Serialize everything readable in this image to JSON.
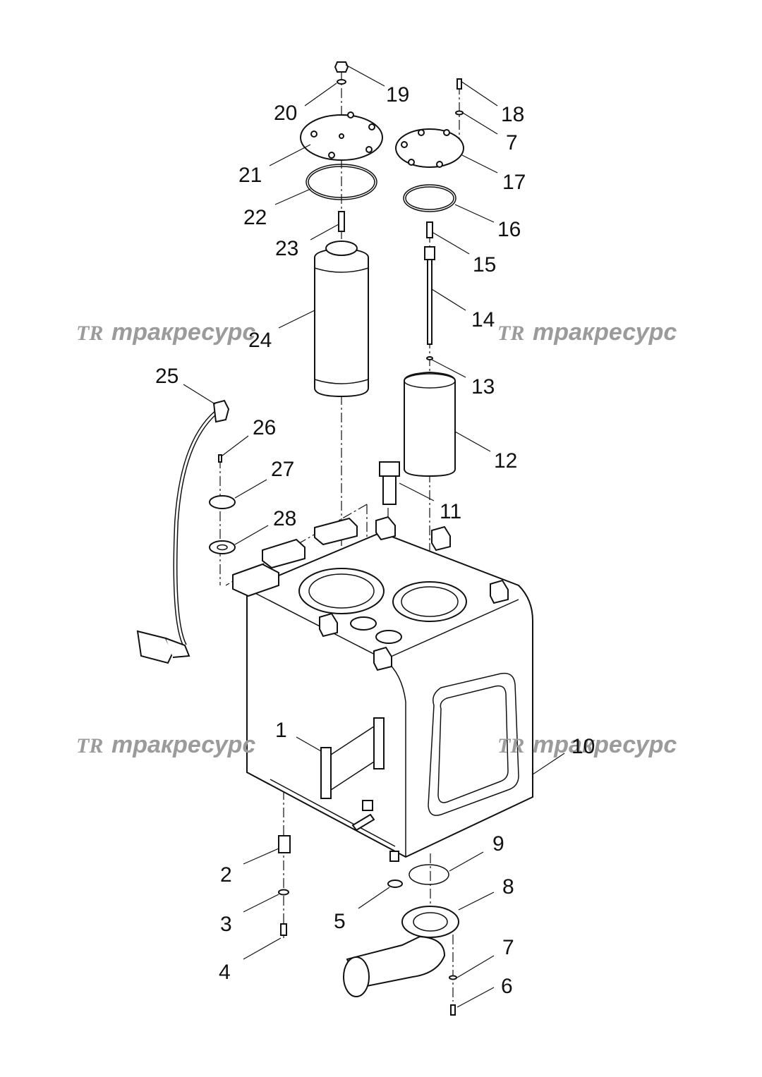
{
  "watermarks": [
    {
      "logo": "TR",
      "text": "тракресурс"
    },
    {
      "logo": "TR",
      "text": "тракресурс"
    },
    {
      "logo": "TR",
      "text": "тракресурс"
    },
    {
      "logo": "TR",
      "text": "тракресурс"
    }
  ],
  "callouts": [
    {
      "id": "c1",
      "label": "1"
    },
    {
      "id": "c2",
      "label": "2"
    },
    {
      "id": "c3",
      "label": "3"
    },
    {
      "id": "c4",
      "label": "4"
    },
    {
      "id": "c5",
      "label": "5"
    },
    {
      "id": "c6",
      "label": "6"
    },
    {
      "id": "c7a",
      "label": "7"
    },
    {
      "id": "c7b",
      "label": "7"
    },
    {
      "id": "c8",
      "label": "8"
    },
    {
      "id": "c9",
      "label": "9"
    },
    {
      "id": "c10",
      "label": "10"
    },
    {
      "id": "c11",
      "label": "11"
    },
    {
      "id": "c12",
      "label": "12"
    },
    {
      "id": "c13",
      "label": "13"
    },
    {
      "id": "c14",
      "label": "14"
    },
    {
      "id": "c15",
      "label": "15"
    },
    {
      "id": "c16",
      "label": "16"
    },
    {
      "id": "c17",
      "label": "17"
    },
    {
      "id": "c18",
      "label": "18"
    },
    {
      "id": "c19",
      "label": "19"
    },
    {
      "id": "c20",
      "label": "20"
    },
    {
      "id": "c21",
      "label": "21"
    },
    {
      "id": "c22",
      "label": "22"
    },
    {
      "id": "c23",
      "label": "23"
    },
    {
      "id": "c24",
      "label": "24"
    },
    {
      "id": "c25",
      "label": "25"
    },
    {
      "id": "c26",
      "label": "26"
    },
    {
      "id": "c27",
      "label": "27"
    },
    {
      "id": "c28",
      "label": "28"
    }
  ]
}
